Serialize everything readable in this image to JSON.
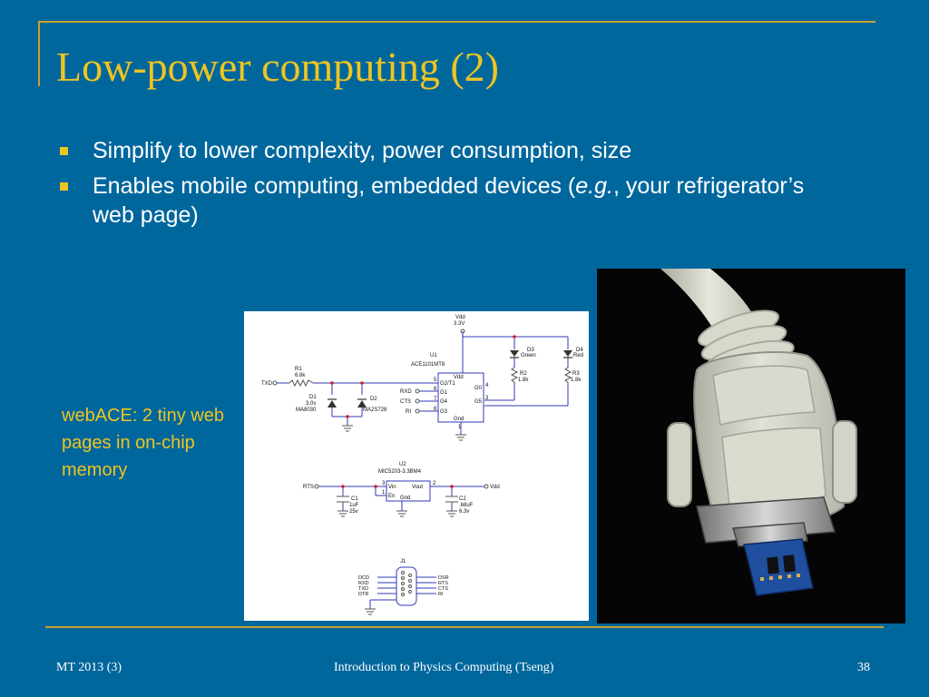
{
  "slide": {
    "title": "Low-power computing (2)",
    "bullets": [
      {
        "text": "Simplify to lower complexity, power consumption, size"
      },
      {
        "before": "Enables mobile computing, embedded devices (",
        "emph": "e.g.",
        "after": ", your refrigerator’s web page)"
      }
    ],
    "caption": "webACE:  2 tiny web pages in on-chip memory",
    "accent_color": "#c8a12f",
    "title_color": "#f0c420",
    "background_color": "#00679d"
  },
  "schematic": {
    "vdd_top": "Vdd",
    "vdd_top_value": "3.3V",
    "u1_ref": "U1",
    "u1_part": "ACE1101MT8",
    "u1_vdd": "Vdd",
    "u1_gnd": "Gnd",
    "u1_pins": [
      "G2/T1",
      "G1",
      "G4",
      "G3",
      "G0",
      "G5"
    ],
    "u1_pin_nums": [
      "5",
      "6",
      "7",
      "8",
      "4",
      "3",
      "1"
    ],
    "txd": "TXD",
    "rxd": "RXD",
    "cts": "CTS",
    "ri": "RI",
    "r1_ref": "R1",
    "r1_value": "6.8k",
    "d1_ref": "D1",
    "d1_value": "3.0v",
    "d1_part": "MA8030",
    "d2_ref": "D2",
    "d2_part": "MA2S728",
    "d3_ref": "D3",
    "d3_color": "Green",
    "d4_ref": "D4",
    "d4_color": "Red",
    "r2_ref": "R2",
    "r2_value": "1.8k",
    "r3_ref": "R3",
    "r3_value": "1.8k",
    "u2_ref": "U2",
    "u2_part": "MIC5203-3.3BM4",
    "u2_vin": "Vin",
    "u2_vout": "Vout",
    "u2_en": "En",
    "u2_gnd": "Gnd",
    "u2_pin_nums": [
      "3",
      "2",
      "1"
    ],
    "rts": "RTS",
    "vdd_out": "Vdd",
    "c1_ref": "C1",
    "c1_value": "1uF",
    "c1_voltage": "25v",
    "c2_ref": "C2",
    "c2_value": ".68uF",
    "c2_voltage": "6.3v",
    "j1_ref": "J1",
    "j1_left": [
      "DCD",
      "RXD",
      "TXD",
      "DTR"
    ],
    "j1_right": [
      "DSR",
      "RTS",
      "CTS",
      "RI"
    ]
  },
  "footer": {
    "left": "MT 2013 (3)",
    "center": "Introduction to Physics Computing (Tseng)",
    "page": "38"
  }
}
